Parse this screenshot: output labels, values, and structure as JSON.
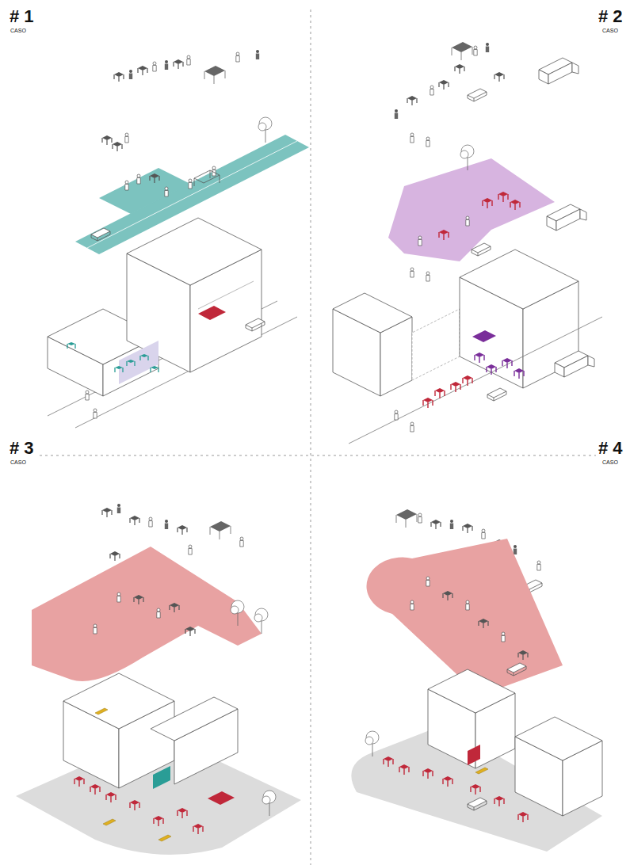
{
  "diagram": {
    "labels": [
      "# 1",
      "CASO",
      "# 2",
      "CASO",
      "# 3",
      "CASO",
      "# 4",
      "CASO"
    ]
  }
}
